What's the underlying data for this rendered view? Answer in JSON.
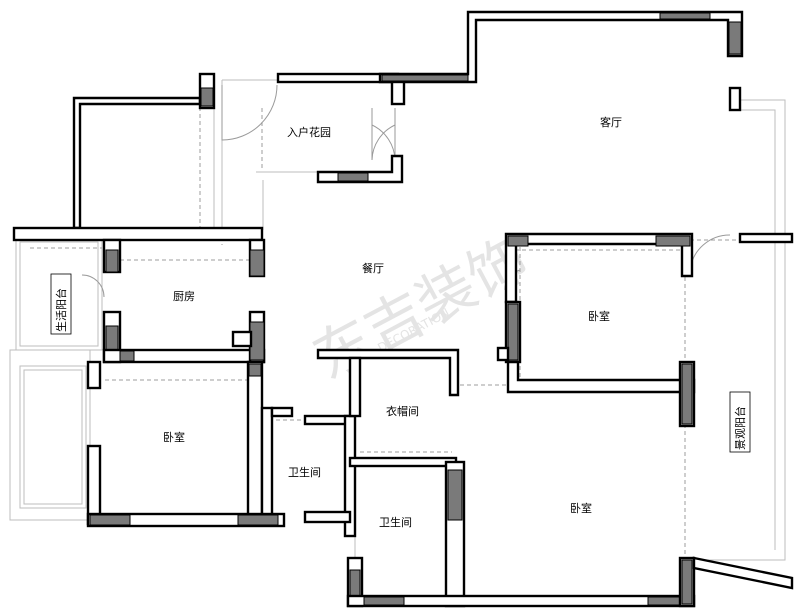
{
  "rooms": {
    "garden": "入户花园",
    "living": "客厅",
    "dining": "餐厅",
    "bedroom_east": "卧室",
    "kitchen": "厨房",
    "utility_balcony": "生活阳台",
    "bedroom_west": "卧室",
    "cloakroom": "衣帽间",
    "bath_west": "卫生间",
    "bath_east": "卫生间",
    "master_bedroom": "卧室",
    "view_balcony": "景观阳台"
  },
  "watermark": {
    "main": "东吉装饰",
    "sub": "DECORATION"
  }
}
